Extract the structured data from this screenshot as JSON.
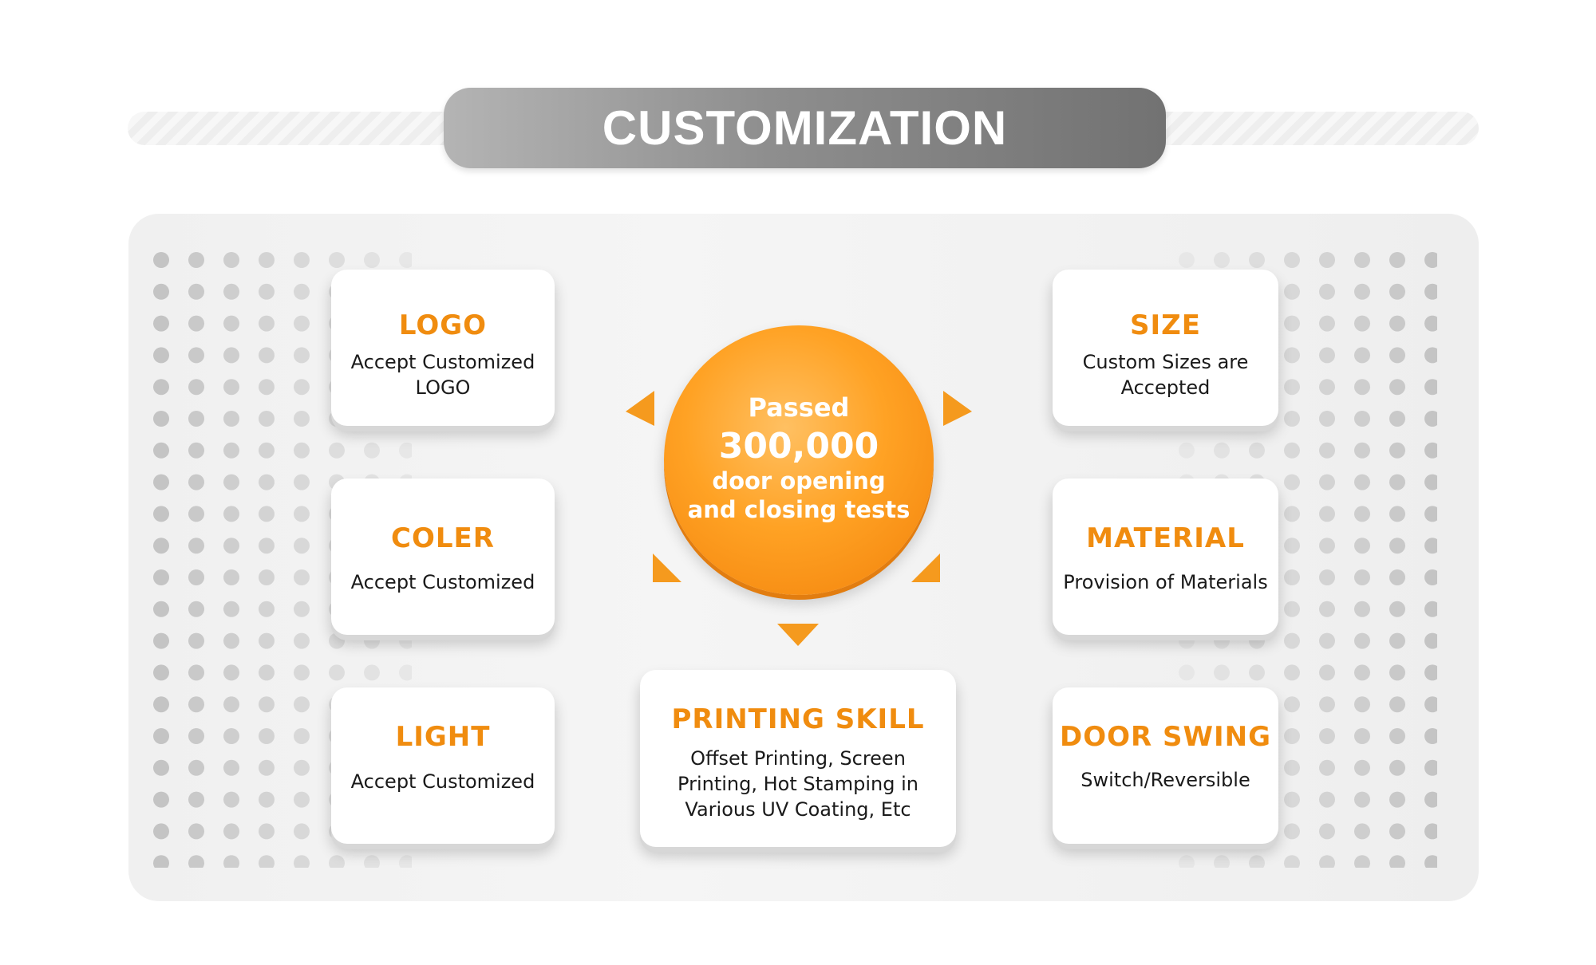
{
  "header": {
    "title": "CUSTOMIZATION"
  },
  "badge": {
    "line1": "Passed",
    "line2": "300,000",
    "line3": "door opening",
    "line4": "and closing tests"
  },
  "cards": {
    "logo": {
      "title": "LOGO",
      "desc": "Accept Customized LOGO"
    },
    "coler": {
      "title": "COLER",
      "desc": "Accept Customized"
    },
    "light": {
      "title": "LIGHT",
      "desc": "Accept Customized"
    },
    "size": {
      "title": "SIZE",
      "desc": "Custom Sizes are Accepted"
    },
    "material": {
      "title": "MATERIAL",
      "desc": "Provision of Materials"
    },
    "door_swing": {
      "title": "DOOR SWING",
      "desc": "Switch/Reversible"
    },
    "printing": {
      "title": "PRINTING SKILL",
      "desc": "Offset Printing, Screen Printing, Hot Stamping in Various UV Coating, Etc"
    }
  },
  "colors": {
    "accent": "#f08c0f",
    "badge": "#ffa224",
    "banner": "#8e8e8e"
  }
}
